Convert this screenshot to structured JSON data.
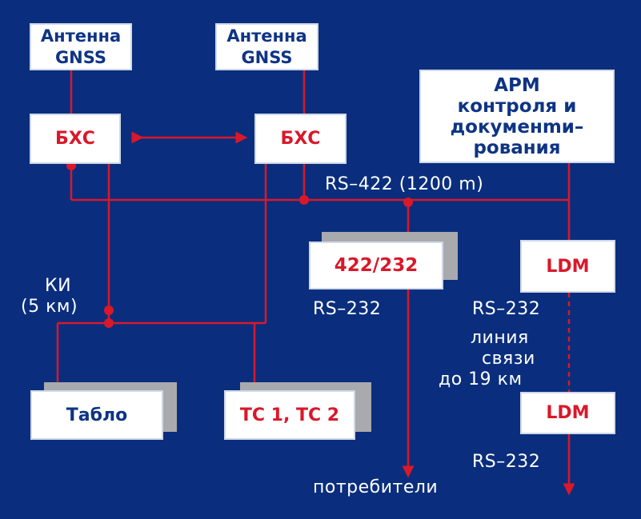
{
  "colors": {
    "background": "#0a2e7d",
    "line": "#d9182a",
    "box": "#ffffff",
    "box_text_blue": "#0e3484",
    "box_text_red": "#d9182a",
    "shadow": "#a9aaad"
  },
  "antenna1": {
    "line1": "Антенна",
    "line2": "GNSS"
  },
  "antenna2": {
    "line1": "Антенна",
    "line2": "GNSS"
  },
  "bhs1": "БХС",
  "bhs2": "БХС",
  "arm": {
    "line1": "АРМ",
    "line2": "контроля и",
    "line3": "докуменmи–",
    "line4": "рования"
  },
  "converter": "422/232",
  "ldm1": "LDM",
  "ldm2": "LDM",
  "tablo": "Табло",
  "tc": "ТС 1, ТС 2",
  "labels": {
    "rs422": "RS–422 (1200 m)",
    "ki1": "КИ",
    "ki2": "(5 км)",
    "rs232_conv": "RS–232",
    "rs232_ldm1": "RS–232",
    "link1": "линия",
    "link2": "связи",
    "link3": "до 19 км",
    "rs232_ldm2": "RS–232",
    "consumers": "потребители"
  }
}
